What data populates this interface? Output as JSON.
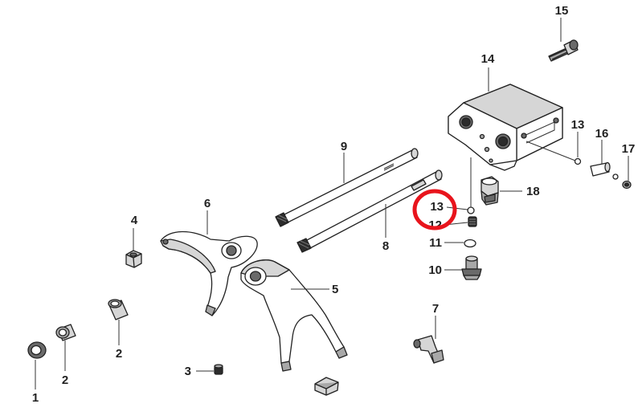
{
  "diagram": {
    "callouts": [
      {
        "id": "c1",
        "text": "1"
      },
      {
        "id": "c2a",
        "text": "2"
      },
      {
        "id": "c2b",
        "text": "2"
      },
      {
        "id": "c3",
        "text": "3"
      },
      {
        "id": "c4",
        "text": "4"
      },
      {
        "id": "c5",
        "text": "5"
      },
      {
        "id": "c6",
        "text": "6"
      },
      {
        "id": "c7",
        "text": "7"
      },
      {
        "id": "c8",
        "text": "8"
      },
      {
        "id": "c9",
        "text": "9"
      },
      {
        "id": "c10",
        "text": "10"
      },
      {
        "id": "c11",
        "text": "11"
      },
      {
        "id": "c12",
        "text": "12"
      },
      {
        "id": "c13a",
        "text": "13"
      },
      {
        "id": "c13b",
        "text": "13"
      },
      {
        "id": "c14",
        "text": "14"
      },
      {
        "id": "c15",
        "text": "15"
      },
      {
        "id": "c16",
        "text": "16"
      },
      {
        "id": "c17",
        "text": "17"
      },
      {
        "id": "c18",
        "text": "18"
      }
    ],
    "highlight": {
      "target": "13",
      "color": "#e8141c"
    }
  }
}
